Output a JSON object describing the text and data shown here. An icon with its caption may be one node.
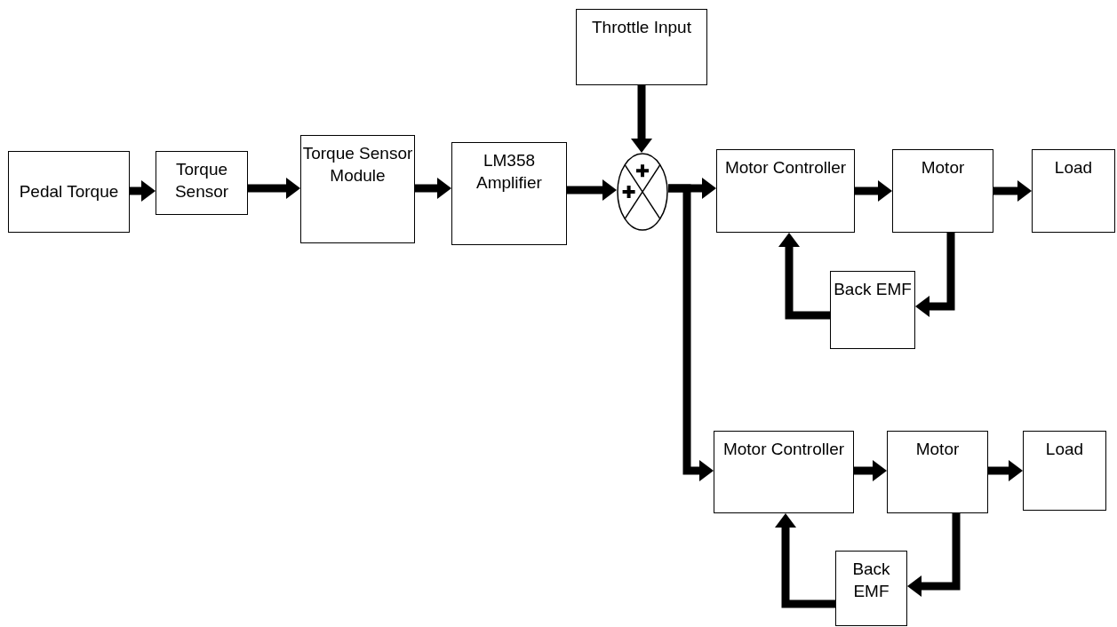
{
  "diagram": {
    "nodes": [
      {
        "text": [
          "Pedal Torque"
        ]
      },
      {
        "text": [
          "Torque Sensor"
        ]
      },
      {
        "text": [
          "Torque Sensor Module"
        ]
      },
      {
        "text": [
          "LM358 Amplifier"
        ]
      },
      {
        "text": [
          "Throttle Input"
        ]
      },
      {
        "text": [],
        "shape": "circle"
      },
      {
        "text": [
          "Motor Controller"
        ]
      },
      {
        "text": [
          "Motor"
        ]
      },
      {
        "text": [
          "Load"
        ]
      },
      {
        "text": [
          "Back EMF"
        ]
      },
      {
        "text": [
          "Motor Controller"
        ]
      },
      {
        "text": [
          "Motor"
        ]
      },
      {
        "text": [
          "Load"
        ]
      },
      {
        "text": [
          "Back EMF"
        ]
      }
    ],
    "edges": [
      {
        "from": 0,
        "to": 1,
        "arrow": "to"
      },
      {
        "from": 1,
        "to": 2,
        "arrow": "to"
      },
      {
        "from": 2,
        "to": 3,
        "arrow": "to"
      },
      {
        "from": 3,
        "to": 5,
        "arrow": "to"
      },
      {
        "from": 4,
        "to": 5,
        "arrow": "to"
      },
      {
        "from": 5,
        "to": 6,
        "arrow": "to"
      },
      {
        "from": 5,
        "to": 10,
        "arrow": "to"
      },
      {
        "from": 6,
        "to": 7,
        "arrow": "to"
      },
      {
        "from": 7,
        "to": 8,
        "arrow": "to"
      },
      {
        "from": 7,
        "to": 9,
        "arrow": "to"
      },
      {
        "from": 9,
        "to": 6,
        "arrow": "to"
      },
      {
        "from": 10,
        "to": 11,
        "arrow": "to"
      },
      {
        "from": 11,
        "to": 12,
        "arrow": "to"
      },
      {
        "from": 11,
        "to": 13,
        "arrow": "to"
      },
      {
        "from": 13,
        "to": 10,
        "arrow": "to"
      }
    ]
  }
}
